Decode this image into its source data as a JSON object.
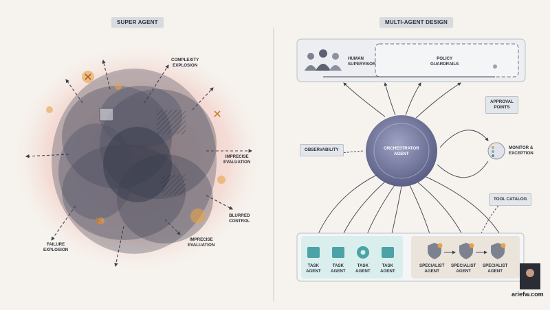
{
  "left": {
    "title": "SUPER AGENT",
    "labels": {
      "complexity": "COMPLEXITY\nEXPLOSION",
      "imprecise_right": "IMPRECISE\nEVALUATION",
      "blurred": "BLURRED\nCONTROL",
      "imprecise_bottom": "IMPRECISE\nEVALUATION",
      "failure": "FAILURE\nEXPLOSION"
    }
  },
  "right": {
    "title": "MULTI-AGENT DESIGN",
    "human_supervisor": "HUMAN\nSUPERVISOR",
    "policy_guardrails": "POLICY\nGUARDRAILS",
    "approval_points": "APPROVAL\nPOINTS",
    "observability": "OBSERVABILITY",
    "orchestrator": "ORCHESTRATOR\nAGENT",
    "monitor": "MONITOR &\nEXCEPTION",
    "tool_catalog": "TOOL CATALOG",
    "task_agents": [
      "TASK\nAGENT",
      "TASK\nAGENT",
      "TASK\nAGENT",
      "TASK\nAGENT"
    ],
    "specialist_agents": [
      "SPECIALIST\nAGENT",
      "SPECIALIST\nAGENT",
      "SPECIALIST\nAGENT"
    ]
  },
  "footer": {
    "site": "ariefw.com"
  },
  "colors": {
    "ink": "#2b303a",
    "blob": "#4a5061",
    "pink": "#e9a9a4",
    "orange": "#e6a34a",
    "teal": "#69b8ba",
    "orchestrator": "#6f7499",
    "panel": "#eceef1"
  }
}
